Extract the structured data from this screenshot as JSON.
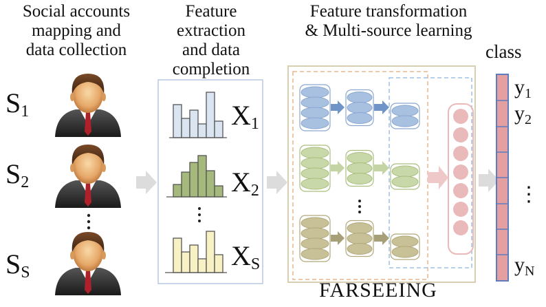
{
  "headings": {
    "col1": [
      "Social accounts",
      "mapping and",
      "data collection"
    ],
    "col2": [
      "Feature",
      "extraction",
      "and data",
      "completion"
    ],
    "col3": [
      "Feature transformation",
      "& Multi-source learning"
    ]
  },
  "sources": [
    {
      "base": "S",
      "sub": "1"
    },
    {
      "base": "S",
      "sub": "2"
    },
    {
      "base": "S",
      "sub": "S"
    }
  ],
  "features": [
    {
      "base": "X",
      "sub": "1"
    },
    {
      "base": "X",
      "sub": "2"
    },
    {
      "base": "X",
      "sub": "S"
    }
  ],
  "outputs": [
    {
      "base": "y",
      "sub": "1"
    },
    {
      "base": "y",
      "sub": "2"
    },
    {
      "base": "y",
      "sub": "N"
    }
  ],
  "class_label": "class",
  "model_name": "FARSEEING",
  "ellipsis_vertical": "⋮",
  "colors": {
    "blue": "#a9c1e0",
    "green": "#c9d8a8",
    "olive": "#c8c096",
    "pink": "#eab9b9",
    "class_bar": "#e4a0a0",
    "frame": "#d9cfb0",
    "orange_dash": "#e8b58c",
    "blue_dash": "#9ec0e6"
  }
}
